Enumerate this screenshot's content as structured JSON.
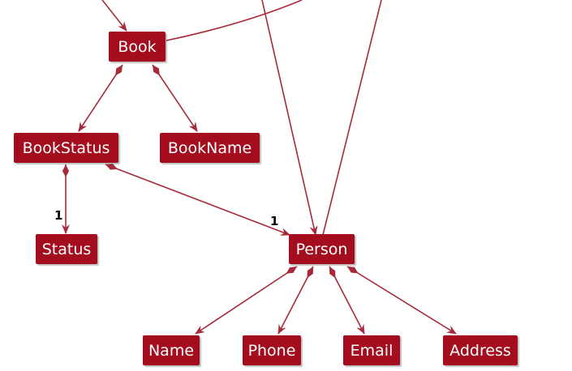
{
  "diagram": {
    "line_color": "#a82a3a",
    "node_color": "#a30d1e",
    "nodes": {
      "book": "Book",
      "bookstatus": "BookStatus",
      "bookname": "BookName",
      "status": "Status",
      "person": "Person",
      "name": "Name",
      "phone": "Phone",
      "email": "Email",
      "address": "Address"
    },
    "multiplicities": {
      "bookstatus_status": "1",
      "bookstatus_person": "1"
    }
  }
}
